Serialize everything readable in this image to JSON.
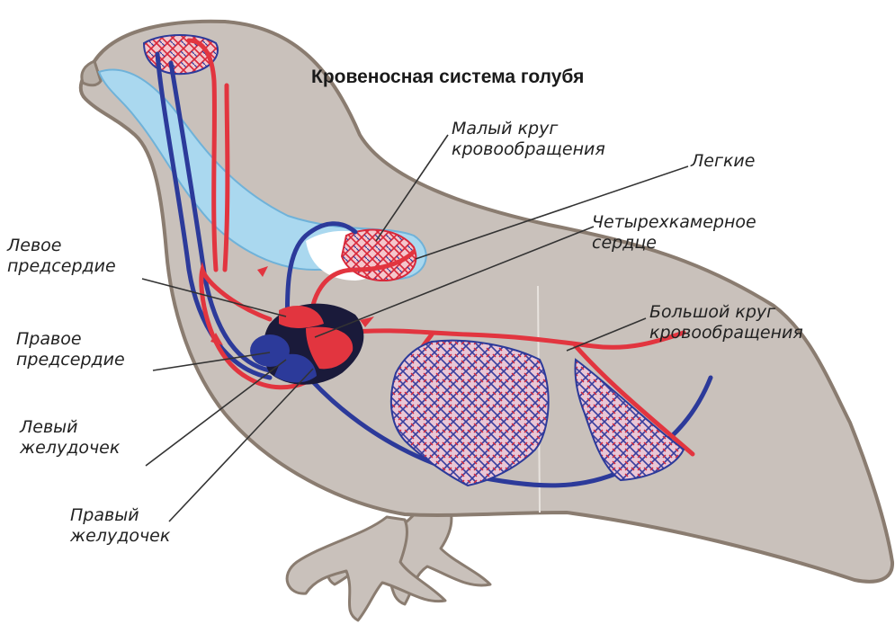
{
  "title": "Кровеносная система голубя",
  "labels": {
    "small_circle": {
      "line1": "Малый круг",
      "line2": "кровообращения"
    },
    "lungs": {
      "line1": "Легкие"
    },
    "heart": {
      "line1": "Четырехкамерное",
      "line2": "сердце"
    },
    "left_atrium": {
      "line1": "Левое",
      "line2": "предсердие"
    },
    "right_atrium": {
      "line1": "Правое",
      "line2": "предсердие"
    },
    "big_circle": {
      "line1": "Большой круг",
      "line2": "кровообращения"
    },
    "left_ventricle": {
      "line1": "Левый",
      "line2": "желудочек"
    },
    "right_ventricle": {
      "line1": "Правый",
      "line2": "желудочек"
    }
  },
  "colors": {
    "body": "#c9c1bb",
    "outline": "#8a7c70",
    "arterial": "#e2353f",
    "venous": "#2c3a9a",
    "lungs": "#aad8ef"
  }
}
